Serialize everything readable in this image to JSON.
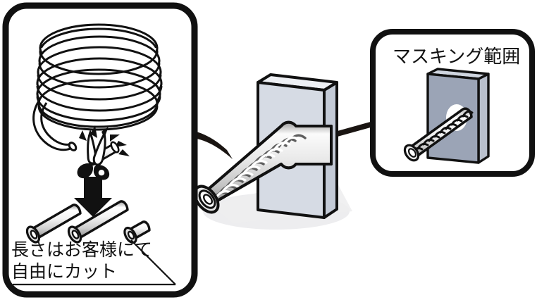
{
  "figure": {
    "title_visible": false,
    "background_color": "#ffffff",
    "stroke_color": "#111111"
  },
  "panels": [
    {
      "id": "left-panel",
      "name": "cut-to-length-panel",
      "border_color": "#111111",
      "fill_color": "#ffffff",
      "caption_lines": [
        "長さはお客様にて",
        "自由にカット"
      ],
      "items": [
        {
          "name": "coiled-tube-roll",
          "label": "coil"
        },
        {
          "name": "scissors-cutting-tube",
          "label": "scissors"
        },
        {
          "name": "down-arrow",
          "label": "arrow"
        },
        {
          "name": "cut-tube-piece-long-a",
          "label": "tube piece"
        },
        {
          "name": "cut-tube-piece-long-b",
          "label": "tube piece"
        },
        {
          "name": "cut-tube-piece-short",
          "label": "tube piece"
        }
      ]
    },
    {
      "id": "right-panel",
      "name": "masking-range-panel",
      "border_color": "#111111",
      "fill_color": "#ffffff",
      "caption_lines": [
        "マスキング範囲"
      ],
      "plate_color": "#9ba4b6",
      "plate_edge_color": "#b9c0cd",
      "items": [
        {
          "name": "masking-plate",
          "label": "plate"
        },
        {
          "name": "spiral-rod",
          "label": "spiral rod"
        },
        {
          "name": "masking-ring-highlight",
          "label": "masked ring"
        }
      ]
    }
  ],
  "center": {
    "name": "assembly-illustration",
    "plate_color": "#d6dbe4",
    "plate_side_color": "#c3cad6",
    "plate_top_color": "#e8ebf1",
    "shadow_color": "#e9eaec",
    "items": [
      {
        "name": "center-plate",
        "label": "plate"
      },
      {
        "name": "center-coil-tube",
        "label": "coil tube through plate"
      },
      {
        "name": "tube-open-end",
        "label": "tube end"
      }
    ]
  },
  "connectors": [
    {
      "name": "connector-left-to-center",
      "from": "left-panel",
      "to": "center"
    },
    {
      "name": "connector-center-to-right",
      "from": "center",
      "to": "right-panel"
    },
    {
      "name": "leader-line-short-piece",
      "from": "cut-tube-piece-short",
      "to": "caption-underline"
    }
  ]
}
